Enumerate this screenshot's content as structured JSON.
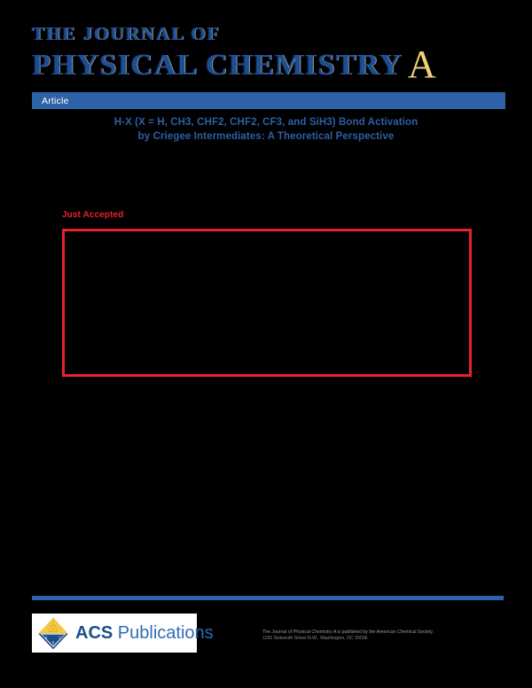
{
  "masthead": {
    "line1": "THE JOURNAL OF",
    "line2": "PHYSICAL CHEMISTRY",
    "letter": "A",
    "color_primary": "#1c4f92",
    "color_letter": "#f0cf72"
  },
  "article_bar": {
    "label": "Article",
    "background": "#2e62a6",
    "text_color": "#ffffff"
  },
  "title": {
    "line1": "H-X (X = H, CH3, CHF2, CHF2, CF3, and SiH3) Bond Activation",
    "line2": "by Criegee Intermediates: A Theoretical Perspective",
    "color": "#2f5fa3"
  },
  "just_accepted": {
    "label": "Just Accepted",
    "color": "#e8222c"
  },
  "notice": {
    "border_color": "#e8222c",
    "body": ""
  },
  "footer": {
    "rule_color": "#2e62a6",
    "logo": {
      "acs": "ACS",
      "publications": " Publications",
      "mark_name": "acs-diamond-flask-logo",
      "mark_gold": "#f2c944",
      "mark_blue": "#1e4d8c"
    },
    "address_line1": "The Journal of Physical Chemistry A is published by the American Chemical Society.",
    "address_line2": "1155 Sixteenth Street N.W., Washington, DC 20036",
    "address_color": "#8a8a8a"
  }
}
